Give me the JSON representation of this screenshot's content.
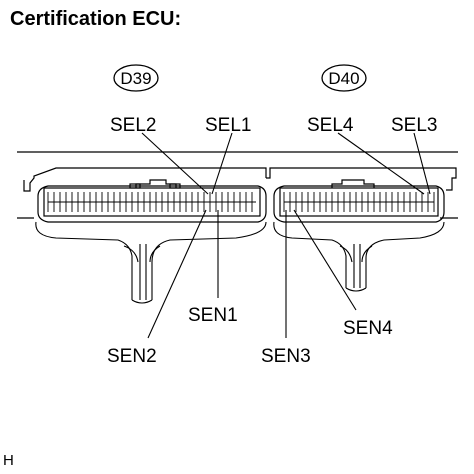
{
  "title": "Certification ECU:",
  "footer_code": "H",
  "connectors": {
    "left": {
      "id": "D39"
    },
    "right": {
      "id": "D40"
    }
  },
  "terminals": {
    "sel1": "SEL1",
    "sel2": "SEL2",
    "sel3": "SEL3",
    "sel4": "SEL4",
    "sen1": "SEN1",
    "sen2": "SEN2",
    "sen3": "SEN3",
    "sen4": "SEN4"
  }
}
